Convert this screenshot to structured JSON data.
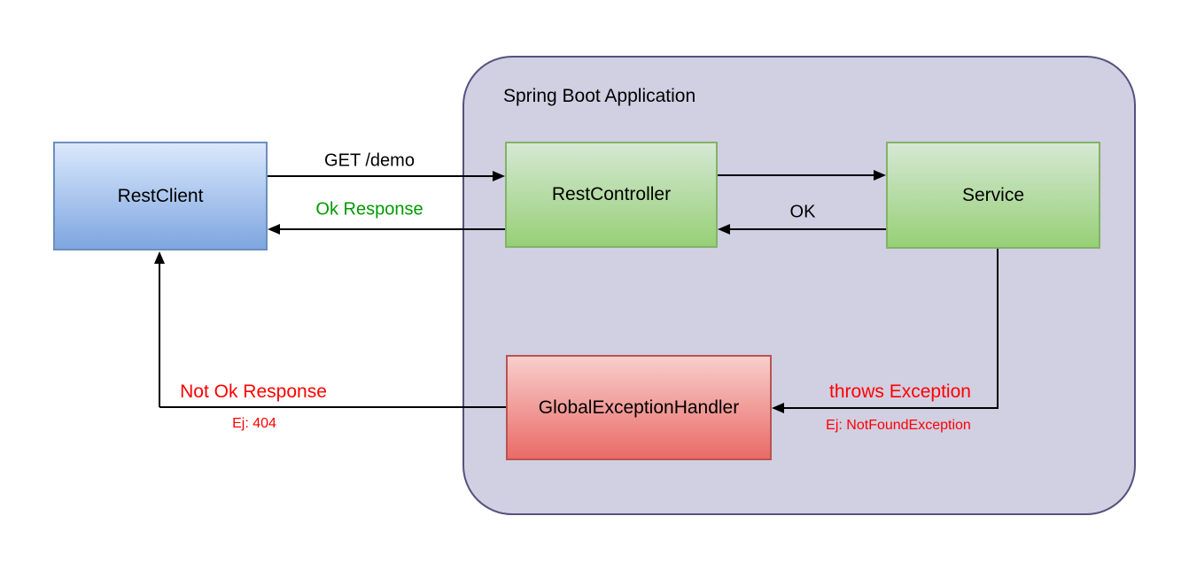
{
  "container": {
    "title": "Spring Boot Application",
    "fill": "#d1cfe2",
    "stroke": "#56517e"
  },
  "nodes": {
    "rest_client": {
      "label": "RestClient",
      "fill_top": "#dae8fc",
      "fill_bottom": "#7ea6e0",
      "stroke": "#6c8ebf"
    },
    "rest_controller": {
      "label": "RestController",
      "fill_top": "#d5e8d4",
      "fill_bottom": "#97d077",
      "stroke": "#82b366"
    },
    "service": {
      "label": "Service",
      "fill_top": "#d5e8d4",
      "fill_bottom": "#97d077",
      "stroke": "#82b366"
    },
    "global_exception_handler": {
      "label": "GlobalExceptionHandler",
      "fill_top": "#f8cecc",
      "fill_bottom": "#ea6b66",
      "stroke": "#b85450"
    }
  },
  "edges": {
    "get_demo": {
      "label": "GET /demo",
      "color": "#000000"
    },
    "ok_response": {
      "label": "Ok Response",
      "color": "#009900"
    },
    "ok": {
      "label": "OK",
      "color": "#000000"
    },
    "throws_exception": {
      "label": "throws Exception",
      "sublabel": "Ej: NotFoundException",
      "color": "#ff0000"
    },
    "not_ok_response": {
      "label": "Not Ok Response",
      "sublabel": "Ej: 404",
      "color": "#ff0000"
    }
  }
}
